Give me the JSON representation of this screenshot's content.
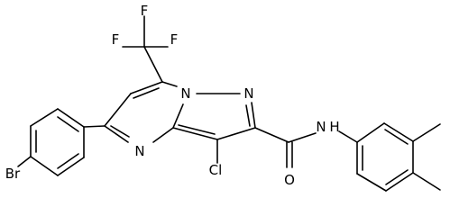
{
  "structure": {
    "atoms": {
      "F_top": "F",
      "F_left": "F",
      "F_right": "F",
      "Br": "Br",
      "N_pyrimidine": "N",
      "N_bridge": "N",
      "N_pyrazole": "N",
      "Cl": "Cl",
      "N_amide": "N",
      "H_amide": "H",
      "O": "O"
    }
  }
}
